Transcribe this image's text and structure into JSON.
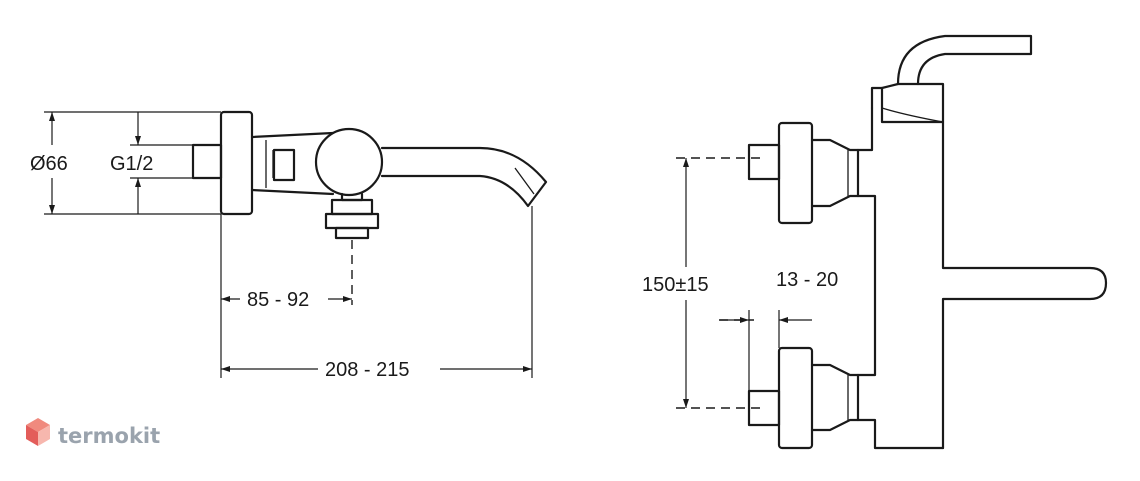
{
  "drawing": {
    "left_view": {
      "diameter_label": "Ø66",
      "thread_label": "G1/2",
      "dim_spout_offset": "85 - 92",
      "dim_total_length": "208 - 215"
    },
    "right_view": {
      "dim_inlet_spacing": "150±15",
      "dim_wall_depth": "13 - 20"
    }
  },
  "watermark": {
    "text": "termokit",
    "colors": {
      "top": "#f08a7e",
      "left": "#e35d5a",
      "right": "#f7b7ae"
    }
  }
}
